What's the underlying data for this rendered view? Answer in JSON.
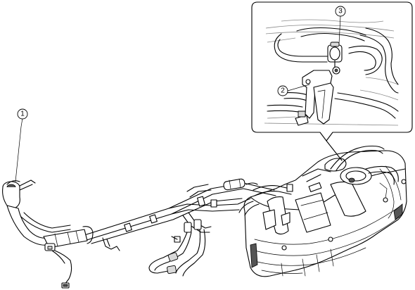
{
  "callouts": [
    {
      "label": "1",
      "target": "fuel-filler-pipe"
    },
    {
      "label": "2",
      "target": "bracket"
    },
    {
      "label": "3",
      "target": "clamp"
    }
  ]
}
